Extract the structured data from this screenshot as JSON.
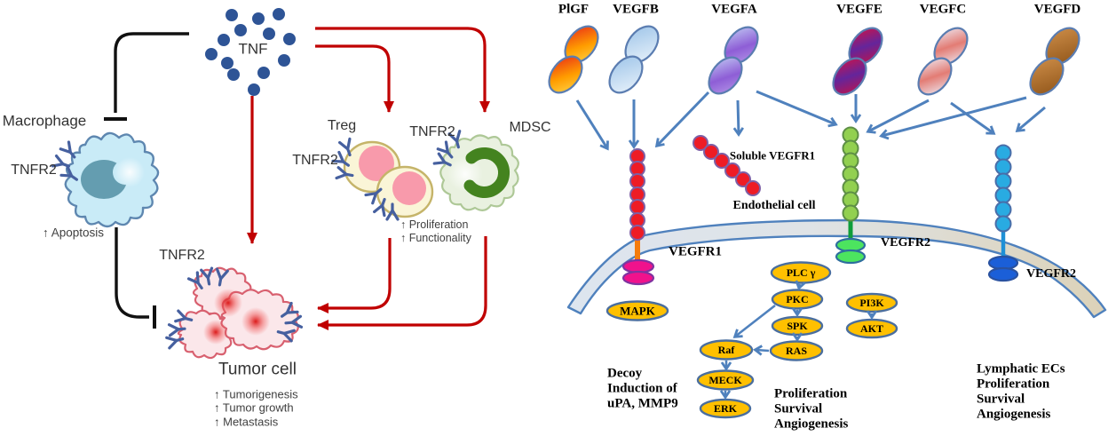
{
  "figure": {
    "left_panel": {
      "tnf": "TNF",
      "macrophage_label": "Macrophage",
      "macrophage_receptor": "TNFR2",
      "macrophage_effect": "↑ Apoptosis",
      "treg_label": "Treg",
      "treg_receptor": "TNFR2",
      "mdsc_label": "MDSC",
      "mdsc_receptor": "TNFR2",
      "treg_mdsc_effects": [
        "↑ Proliferation",
        "↑ Functionality"
      ],
      "tumor_receptor": "TNFR2",
      "tumor_label": "Tumor cell",
      "tumor_effects": [
        "↑ Tumorigenesis",
        "↑ Tumor growth",
        "↑ Metastasis"
      ]
    },
    "right_panel": {
      "ligands": [
        "PlGF",
        "VEGFB",
        "VEGFA",
        "VEGFE",
        "VEGFC",
        "VEGFD"
      ],
      "soluble_receptor": "Soluble VEGFR1",
      "cell_label": "Endothelial cell",
      "receptor_vegfr1": "VEGFR1",
      "receptor_vegfr2_endothelial": "VEGFR2",
      "receptor_vegfr2_lymphatic": "VEGFR2",
      "nodes": {
        "mapk": "MAPK",
        "plcg": "PLC γ",
        "pkc": "PKC",
        "spk": "SPK",
        "ras": "RAS",
        "raf": "Raf",
        "meck": "MECK",
        "erk": "ERK",
        "pi3k": "PI3K",
        "akt": "AKT"
      },
      "outcome_vegfr1": [
        "Decoy",
        "Induction of",
        "uPA, MMP9"
      ],
      "outcome_vegfr2": [
        "Proliferation",
        "Survival",
        "Angiogenesis"
      ],
      "outcome_lymphatic": [
        "Lymphatic ECs",
        "Proliferation",
        "Survival",
        "Angiogenesis"
      ]
    },
    "colors": {
      "tnf_dot": "#2e5496",
      "inhibition_black": "#111111",
      "stimulation_red": "#c00000",
      "arrow_blue": "#4f81bd",
      "node_fill": "#ffc000",
      "vegfr1_red": "#ee1c25",
      "vegfr2_green": "#92d050",
      "vegfr2_blue": "#29abe2"
    }
  }
}
